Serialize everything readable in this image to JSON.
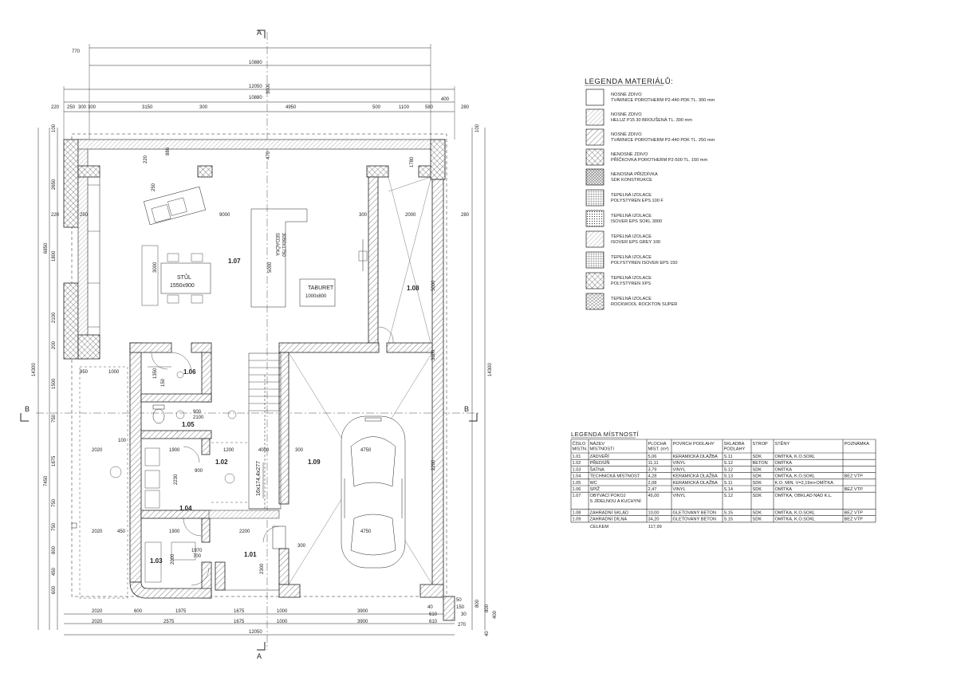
{
  "sections": {
    "a_top": "A",
    "a_bottom": "A",
    "b_left": "B",
    "b_right": "B"
  },
  "top_dims": {
    "row1": [
      "770"
    ],
    "row2": [
      "10880"
    ],
    "row3": [
      "12050"
    ],
    "row4": [
      "10880"
    ],
    "row5": [
      "220",
      "250",
      "300",
      "300",
      "3150",
      "300",
      "4950",
      "500",
      "1100",
      "580",
      "280"
    ],
    "vertical": [
      "3000",
      "400"
    ]
  },
  "bottom_dims": {
    "row1": [
      "2020",
      "600",
      "1975",
      "1675",
      "1000",
      "3900",
      "40",
      "610",
      "30"
    ],
    "row2": [
      "2020",
      "2575",
      "1675",
      "1000",
      "3900",
      "610",
      "270"
    ],
    "row3": [
      "12050"
    ],
    "misc": [
      "50",
      "150",
      "800",
      "400",
      "40"
    ]
  },
  "left_dims": {
    "outer": [
      "14300"
    ],
    "mid": [
      "6850",
      "7450"
    ],
    "inner": [
      "100",
      "2650",
      "1800",
      "2100",
      "200",
      "1500",
      "750",
      "1875",
      "750",
      "750",
      "800",
      "450",
      "600"
    ]
  },
  "right_dims": {
    "outer": [
      "14300"
    ],
    "inner": [
      "100",
      "5000",
      "3000",
      "2200",
      "800"
    ]
  },
  "plan_labels": {
    "rooms": [
      "1.01",
      "1.02",
      "1.03",
      "1.04",
      "1.05",
      "1.06",
      "1.07",
      "1.08",
      "1.09"
    ],
    "furniture": {
      "table": "STŮL",
      "table_size": "1550x900",
      "sofa": "SEDAČKA",
      "sofa_size": "3050x1750",
      "stool": "TABURET",
      "stool_size": "1000x800",
      "stair": "16x174,4x277"
    },
    "inner_dims": [
      "220",
      "880",
      "470",
      "250",
      "9000",
      "300",
      "2000",
      "280",
      "220",
      "250",
      "3000",
      "5000",
      "850",
      "1000",
      "1350",
      "150",
      "900",
      "2100",
      "1200",
      "1900",
      "4000",
      "300",
      "4750",
      "4750",
      "2020",
      "2020",
      "100",
      "450",
      "1900",
      "2200",
      "2230",
      "1970",
      "700",
      "2000",
      "2300",
      "300",
      "900",
      "1780"
    ]
  },
  "materials_legend": {
    "title": "LEGENDA MATERIÁLŮ:",
    "items": [
      {
        "line1": "NOSNÉ ZDIVO",
        "line2": "TVÁRNICE POROTHERM P2-440 PDK TL. 300 mm"
      },
      {
        "line1": "NOSNÉ ZDIVO",
        "line2": "HELUZ P15 30 BROUŠENÁ TL. 300 mm"
      },
      {
        "line1": "NOSNÉ ZDIVO",
        "line2": "TVÁRNICE POROTHERM P2-440 PDK TL. 250 mm"
      },
      {
        "line1": "NENOSNÉ ZDIVO",
        "line2": "PŘÍČKOVKA POROTHERM P2-500 TL. 150 mm"
      },
      {
        "line1": "NENOSNÁ PŘÍZDÍVKA",
        "line2": "SDK KONSTRUKCE"
      },
      {
        "line1": "TEPELNÁ IZOLACE",
        "line2": "POLYSTYREN EPS 100 F"
      },
      {
        "line1": "TEPELNÁ IZOLACE",
        "line2": "ISOVER EPS SOKL 3000"
      },
      {
        "line1": "TEPELNÁ IZOLACE",
        "line2": "ISOVER EPS GREY 100"
      },
      {
        "line1": "TEPELNÁ IZOLACE",
        "line2": "POLYSTYREN ISOVER EPS 150"
      },
      {
        "line1": "TEPELNÁ IZOLACE",
        "line2": "POLYSTYREN XPS"
      },
      {
        "line1": "TEPELNÁ IZOLACE",
        "line2": "ROCKWOOL ROCKTON SUPER"
      }
    ]
  },
  "rooms_legend": {
    "title": "LEGENDA MÍSTNOSTÍ",
    "headers": [
      [
        "ČÍSLO",
        "MÍSTN."
      ],
      [
        "NÁZEV",
        "MÍSTNOSTI"
      ],
      [
        "PLOCHA",
        "MÍST. (m²)"
      ],
      [
        "POVRCH PODLAHY",
        ""
      ],
      [
        "SKLADBA",
        "PODLAHY"
      ],
      [
        "STROP",
        ""
      ],
      [
        "STĚNY",
        ""
      ],
      [
        "POZNÁMKA",
        ""
      ]
    ],
    "rows": [
      [
        "1.01",
        "ZÁDVEŘÍ",
        "5,06",
        "KERAMICKÁ DLAŽBA",
        "S.11",
        "SDK",
        "OMÍTKA, K.O.SOKL",
        ""
      ],
      [
        "1.02",
        "PŘEDSÍŇ",
        "11,11",
        "VINYL",
        "S.12",
        "BETON",
        "OMÍTKA",
        ""
      ],
      [
        "1.03",
        "ŠATNA",
        "3,79",
        "VINYL",
        "S.12",
        "SDK",
        "OMÍTKA",
        ""
      ],
      [
        "1.04",
        "TECHNICKÁ MÍSTNOST",
        "4,28",
        "KERAMICKÁ DLAŽBA",
        "S.13",
        "SDK",
        "OMÍTKA, K.O.SOKL",
        "BEZ VTP"
      ],
      [
        "1.05",
        "WC",
        "2,08",
        "KERAMICKÁ DLAŽBA",
        "S.11",
        "SDK",
        "K.O. MIN. V=2,19m+OMÍTKA",
        ""
      ],
      [
        "1.06",
        "SPÍŽ",
        "2,47",
        "VINYL",
        "S.14",
        "SDK",
        "OMÍTKA",
        "BEZ VTP"
      ],
      [
        "1.07",
        "OBÝVACÍ POKOJ S JÍDELNOU A KUCHYNÍ",
        "45,00",
        "VINYL",
        "S.12",
        "SDK",
        "OMÍTKA, OBKLAD NAD K.L.",
        ""
      ],
      [
        "1.08",
        "ZAHRADNÍ SKLAD",
        "10,00",
        "GLETOVANÝ BETON",
        "S.15",
        "SDK",
        "OMÍTKA, K.O.SOKL",
        "BEZ VTP"
      ],
      [
        "1.09",
        "ZAHRADNÍ DÍLNA",
        "34,20",
        "GLETOVANÝ BETON",
        "S.15",
        "SDK",
        "OMÍTKA, K.O.SOKL",
        "BEZ VTP"
      ]
    ],
    "total_label": "CELKEM",
    "total_value": "117,99"
  }
}
